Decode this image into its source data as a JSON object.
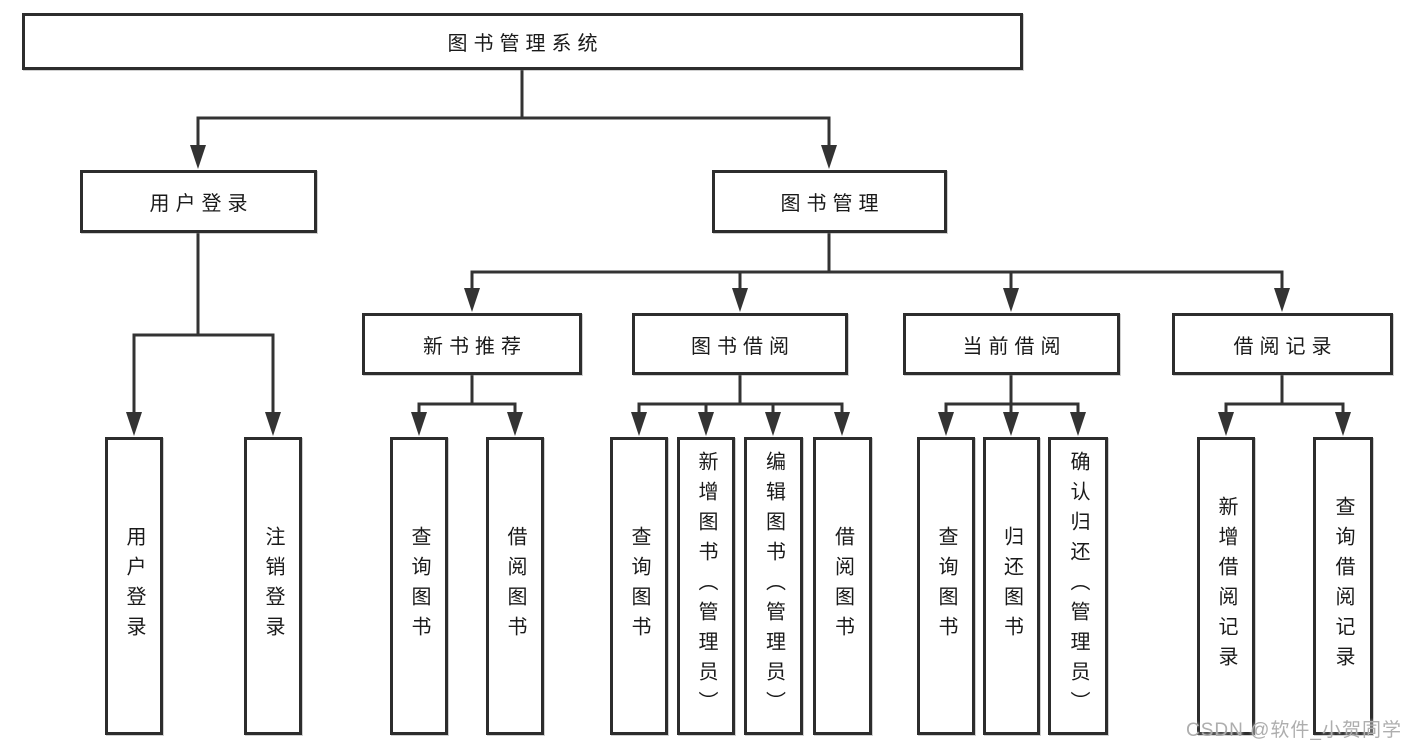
{
  "nodes": {
    "root": {
      "label": "图书管理系统"
    },
    "user_login": {
      "label": "用户登录"
    },
    "book_management": {
      "label": "图书管理"
    },
    "new_book_recommend": {
      "label": "新书推荐"
    },
    "book_borrowing": {
      "label": "图书借阅"
    },
    "current_borrowing": {
      "label": "当前借阅"
    },
    "borrow_records": {
      "label": "借阅记录"
    },
    "leaf_user_login": {
      "label": "用户登录"
    },
    "leaf_logout": {
      "label": "注销登录"
    },
    "leaf_nbr_query": {
      "label": "查询图书"
    },
    "leaf_nbr_borrow": {
      "label": "借阅图书"
    },
    "leaf_bb_query": {
      "label": "查询图书"
    },
    "leaf_bb_add": {
      "label": "新增图书（管理员）"
    },
    "leaf_bb_edit": {
      "label": "编辑图书（管理员）"
    },
    "leaf_bb_borrow": {
      "label": "借阅图书"
    },
    "leaf_cb_query": {
      "label": "查询图书"
    },
    "leaf_cb_return": {
      "label": "归还图书"
    },
    "leaf_cb_confirm": {
      "label": "确认归还（管理员）"
    },
    "leaf_br_add": {
      "label": "新增借阅记录"
    },
    "leaf_br_query": {
      "label": "查询借阅记录"
    }
  },
  "watermark": {
    "text": "CSDN @软件_小贺同学"
  },
  "colors": {
    "line": "#333333",
    "box_border": "#2d2d2d",
    "text": "#1a1a1a",
    "watermark": "#aeaeae",
    "background": "#ffffff"
  }
}
